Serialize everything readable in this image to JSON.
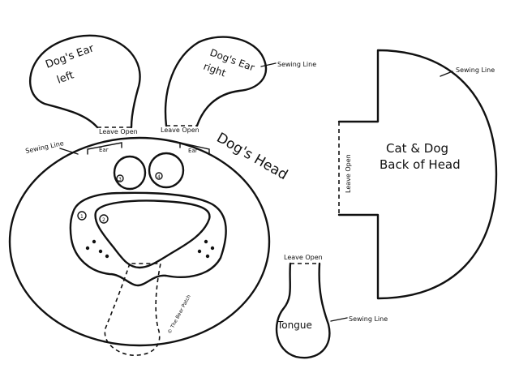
{
  "pattern": {
    "dog_ear_left": {
      "line1": "Dog's Ear",
      "line2": "left"
    },
    "dog_ear_right": {
      "line1": "Dog's Ear",
      "line2": "right"
    },
    "leave_open_left_ear": "Leave Open",
    "leave_open_right_ear": "Leave Open",
    "sewing_line_right_ear": "Sewing Line",
    "sewing_line_head": "Sewing Line",
    "ear_mark_left": "Ear",
    "ear_mark_right": "Ear",
    "dogs_head": "Dog's Head",
    "eye_number_left": "3",
    "eye_number_right": "4",
    "nose_number_1": "1",
    "nose_number_2": "2",
    "copyright": "© The Bear Patch",
    "tongue": "Tongue",
    "leave_open_tongue": "Leave Open",
    "sewing_line_tongue": "Sewing Line",
    "back_of_head": {
      "line1": "Cat & Dog",
      "line2": "Back of Head"
    },
    "leave_open_back": "Leave Open",
    "sewing_line_back": "Sewing Line"
  },
  "colors": {
    "ink": "#111111",
    "paper": "#ffffff"
  }
}
